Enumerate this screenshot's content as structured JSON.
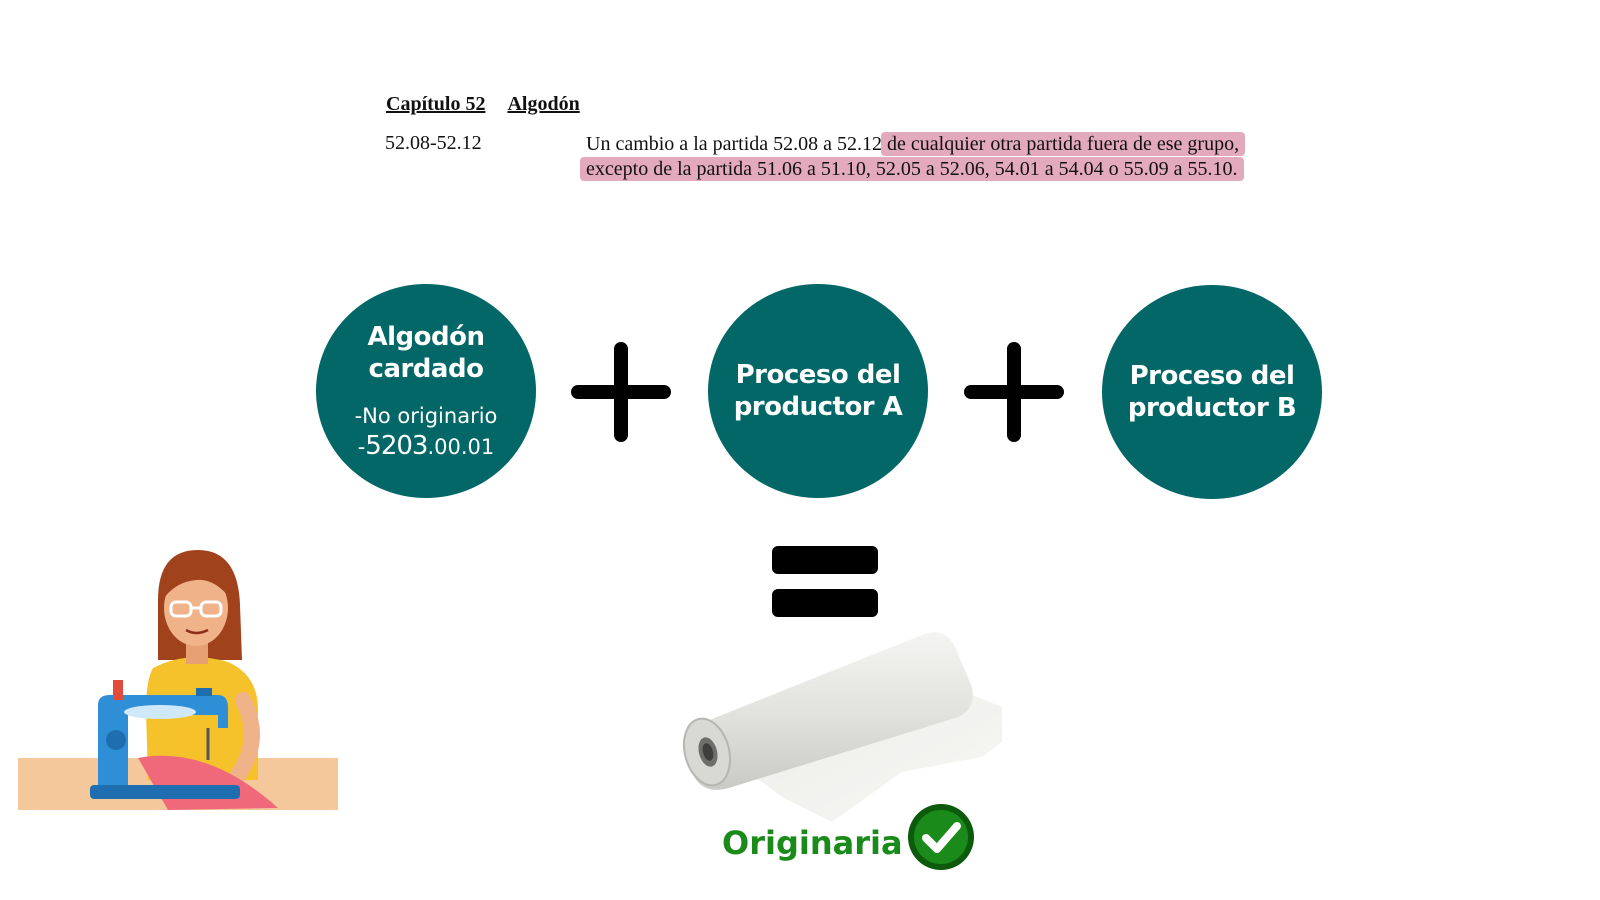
{
  "document": {
    "chapter_number": "Capítulo 52",
    "chapter_name": "Algodón",
    "tariff_code": "52.08-52.12",
    "rule_plain": "Un cambio a la partida 52.08 a 52.12 ",
    "rule_highlighted": "de cualquier otra partida fuera de ese grupo, excepto de la partida 51.06 a 51.10, 52.05 a 52.06, 54.01 a 54.04 o 55.09 a 55.10."
  },
  "inputs": {
    "material_title": "Algodón cardado",
    "material_status": "-No originario",
    "material_code_prefix": "-",
    "material_code_main": "5203",
    "material_code_suffix": ".00.01",
    "process_a": "Proceso del productor A",
    "process_b": "Proceso del productor B"
  },
  "result": {
    "label": "Originaria"
  },
  "colors": {
    "circle": "#036767",
    "highlight": "#e3a9bd",
    "result_text": "#1a8a1a",
    "check": "#1a8a1a"
  },
  "icons": [
    "plus-icon",
    "equals-icon",
    "check-icon",
    "fabric-roll-image",
    "seamstress-illustration"
  ]
}
